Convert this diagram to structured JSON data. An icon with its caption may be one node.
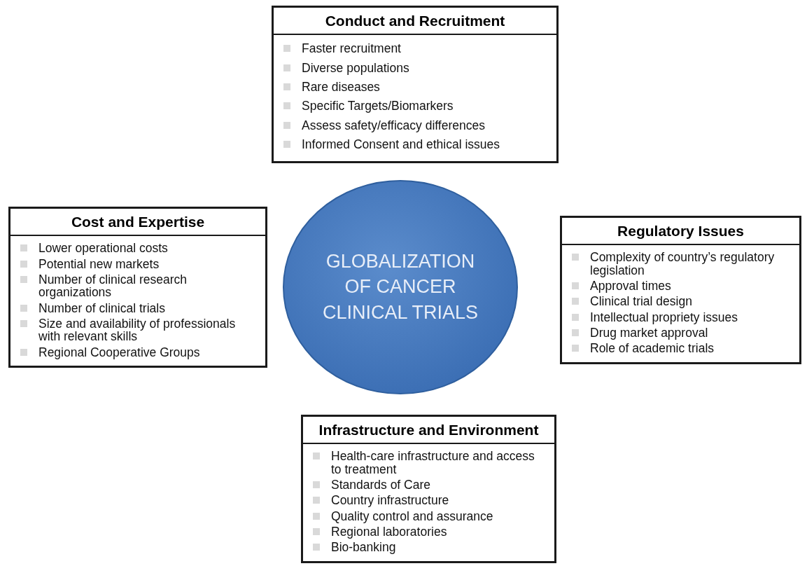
{
  "diagram": {
    "nodes": [
      {
        "text": [
          "Conduct and Recruitment",
          "Faster recruitment",
          "Diverse populations",
          "Rare diseases",
          "Specific Targets/Biomarkers",
          "Assess safety/efficacy differences",
          "Informed Consent and ethical issues"
        ]
      },
      {
        "text": [
          "Cost and Expertise",
          "Lower operational costs",
          "Potential new markets",
          "Number of clinical research organizations",
          "Number of clinical trials",
          "Size and availability of professionals with relevant skills",
          "Regional Cooperative Groups"
        ]
      },
      {
        "text": [
          "GLOBALIZATION OF CANCER CLINICAL TRIALS"
        ]
      },
      {
        "text": [
          "Regulatory Issues",
          "Complexity of country’s regulatory legislation",
          "Approval times",
          "Clinical trial design",
          "Intellectual propriety issues",
          "Drug market approval",
          "Role of academic trials"
        ]
      },
      {
        "text": [
          "Infrastructure and Environment",
          "Health-care infrastructure and access to treatment",
          "Standards of Care",
          "Country infrastructure",
          "Quality control and assurance",
          "Regional laboratories",
          "Bio-banking"
        ]
      }
    ],
    "edges": []
  }
}
